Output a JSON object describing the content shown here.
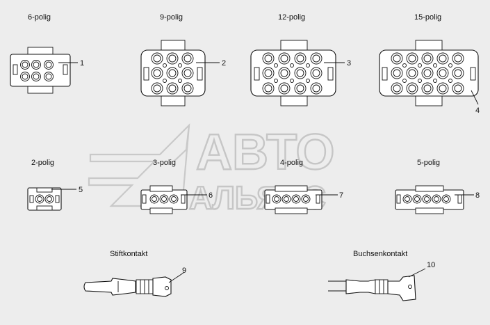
{
  "watermark": {
    "line1": "АВТО",
    "line2": "АЛЬЯНС"
  },
  "connectors": {
    "c6": {
      "title": "6-polig",
      "callout": "1"
    },
    "c9": {
      "title": "9-polig",
      "callout": "2"
    },
    "c12": {
      "title": "12-polig",
      "callout": "3"
    },
    "c15": {
      "title": "15-polig",
      "callout": "4"
    },
    "c2": {
      "title": "2-polig",
      "callout": "5"
    },
    "c3": {
      "title": "3-polig",
      "callout": "6"
    },
    "c4": {
      "title": "4-polig",
      "callout": "7"
    },
    "c5": {
      "title": "5-polig",
      "callout": "8"
    }
  },
  "contacts": {
    "pin": {
      "title": "Stiftkontakt",
      "callout": "9"
    },
    "socket": {
      "title": "Buchsenkontakt",
      "callout": "10"
    }
  }
}
